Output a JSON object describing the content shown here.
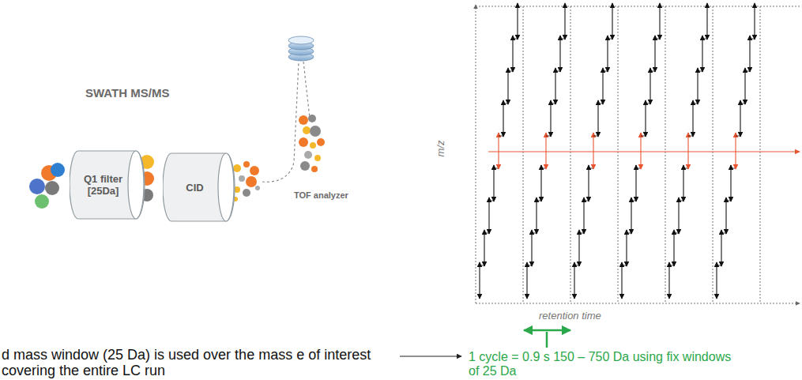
{
  "diagram": {
    "nodes": [
      {
        "text": [
          "Q1 filter [25Da]"
        ]
      },
      {
        "text": [
          "CID"
        ]
      }
    ],
    "labels": [
      "SWATH MS/MS",
      "TOF analyzer",
      "m/z",
      "retention time",
      "d mass window (25 Da) is used over the mass e of interest covering the entire LC run",
      "1 cycle = 0.9 s 150 – 750 Da using fix windows of 25 Da"
    ]
  }
}
